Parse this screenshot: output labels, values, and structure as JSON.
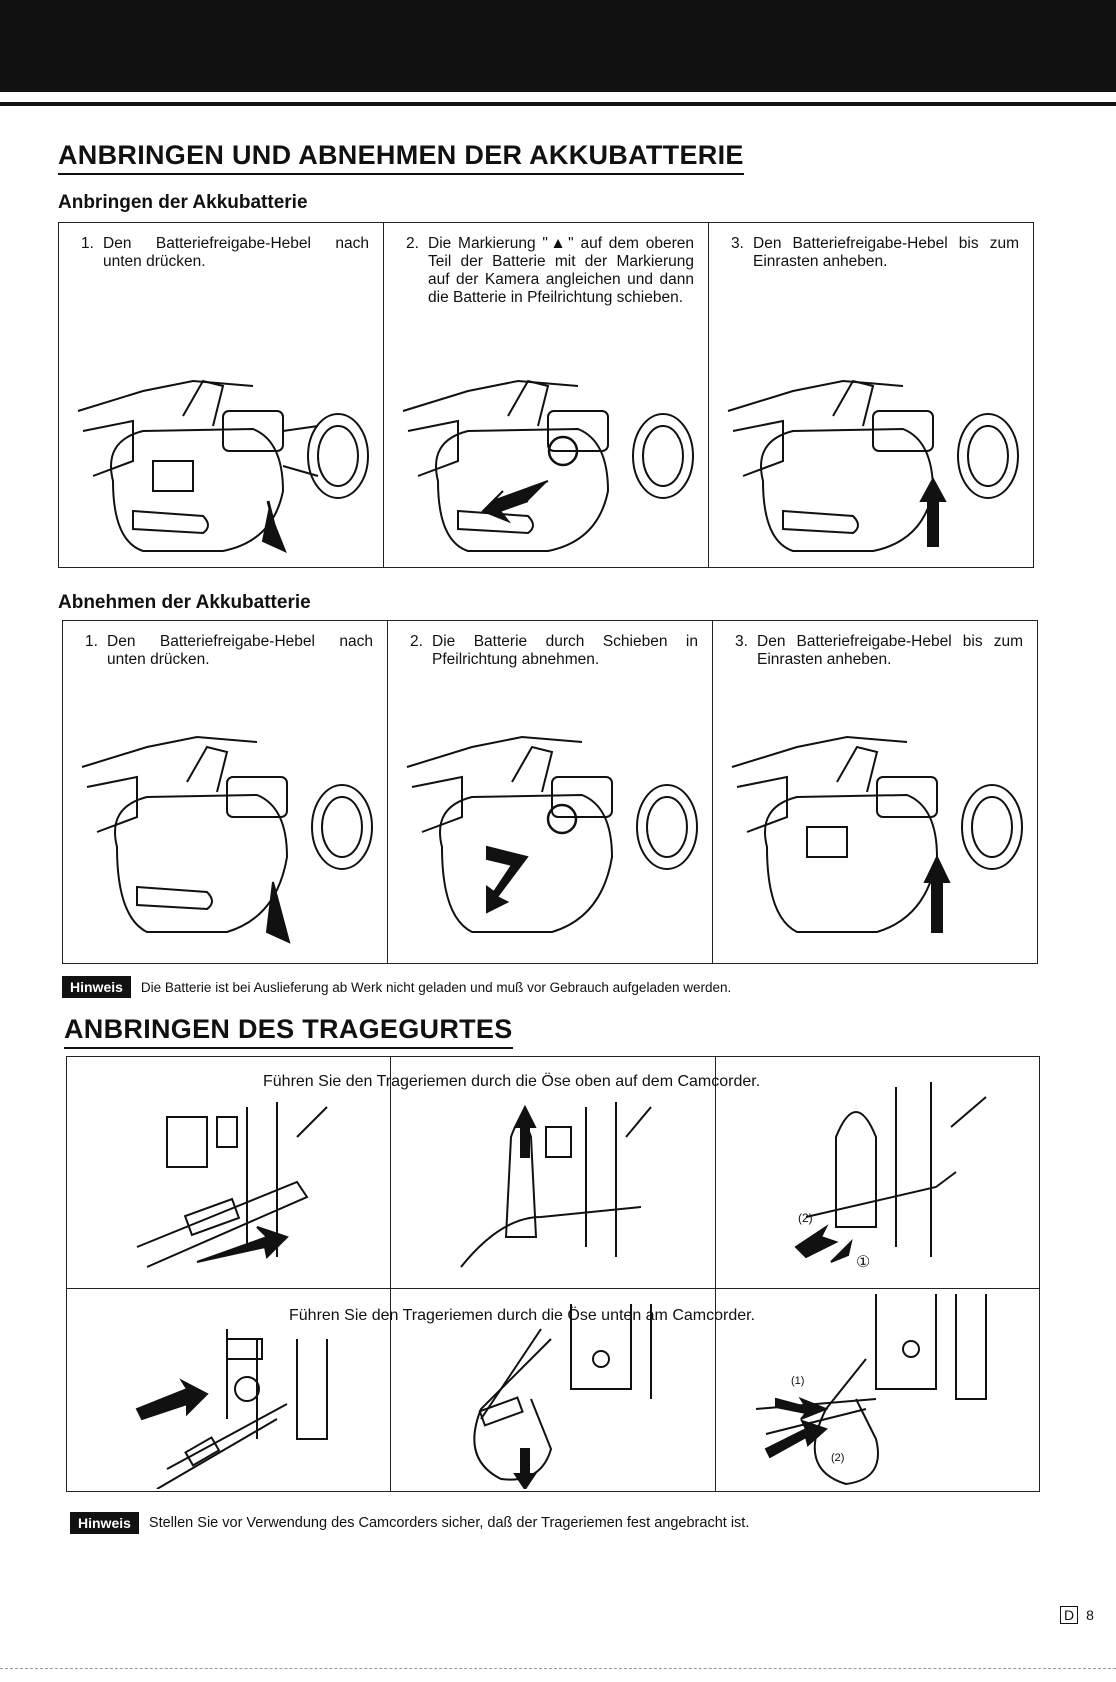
{
  "sections": {
    "battery_title": "ANBRINGEN UND ABNEHMEN DER AKKUBATTERIE",
    "attach_subtitle": "Anbringen der Akkubatterie",
    "remove_subtitle": "Abnehmen der Akkubatterie",
    "strap_title": "ANBRINGEN DES TRAGEGURTES"
  },
  "attach_steps": [
    {
      "num": "1.",
      "text": "Den Batteriefreigabe-Hebel nach unten drücken."
    },
    {
      "num": "2.",
      "text": "Die Markierung \"▲\" auf dem oberen Teil der Batterie mit der Markierung auf der Kamera angleichen und dann die Batterie in Pfeilrichtung schieben."
    },
    {
      "num": "3.",
      "text": "Den Batteriefreigabe-Hebel bis zum Einrasten anheben."
    }
  ],
  "remove_steps": [
    {
      "num": "1.",
      "text": "Den Batteriefreigabe-Hebel nach unten drücken."
    },
    {
      "num": "2.",
      "text": "Die Batterie durch Schieben in Pfeilrichtung abnehmen."
    },
    {
      "num": "3.",
      "text": "Den Batteriefreigabe-Hebel bis zum Einrasten anheben."
    }
  ],
  "notes": {
    "label": "Hinweis",
    "battery_note": "Die Batterie ist bei Auslieferung ab Werk nicht geladen und muß vor Gebrauch aufgeladen werden.",
    "strap_note": "Stellen Sie vor Verwendung des Camcorders sicher, daß der Trageriemen fest angebracht ist."
  },
  "strap": {
    "top_caption": "Führen Sie den Trageriemen durch die Öse oben auf dem Camcorder.",
    "bottom_caption": "Führen Sie den Trageriemen durch die Öse unten am Camcorder.",
    "markers": {
      "one": "①",
      "two_a": "(2)",
      "one_b": "(1)",
      "two_b": "(2)"
    }
  },
  "page": {
    "lang": "D",
    "number": "8"
  }
}
